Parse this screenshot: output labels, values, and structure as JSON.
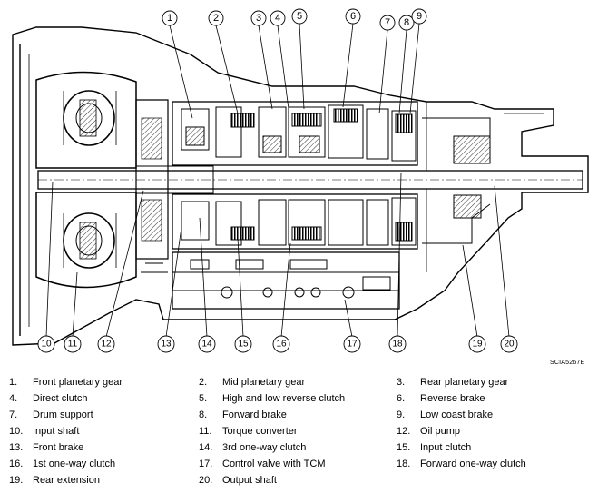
{
  "figure": {
    "code": "SCIA5267E",
    "callouts": [
      "1",
      "2",
      "3",
      "4",
      "5",
      "6",
      "7",
      "8",
      "9",
      "10",
      "11",
      "12",
      "13",
      "14",
      "15",
      "16",
      "17",
      "18",
      "19",
      "20"
    ]
  },
  "legend": [
    {
      "num": "1.",
      "label": "Front planetary gear"
    },
    {
      "num": "2.",
      "label": "Mid planetary gear"
    },
    {
      "num": "3.",
      "label": "Rear planetary gear"
    },
    {
      "num": "4.",
      "label": "Direct clutch"
    },
    {
      "num": "5.",
      "label": "High and low reverse clutch"
    },
    {
      "num": "6.",
      "label": "Reverse brake"
    },
    {
      "num": "7.",
      "label": "Drum support"
    },
    {
      "num": "8.",
      "label": "Forward brake"
    },
    {
      "num": "9.",
      "label": "Low coast brake"
    },
    {
      "num": "10.",
      "label": "Input shaft"
    },
    {
      "num": "11.",
      "label": "Torque converter"
    },
    {
      "num": "12.",
      "label": "Oil pump"
    },
    {
      "num": "13.",
      "label": "Front brake"
    },
    {
      "num": "14.",
      "label": "3rd one-way clutch"
    },
    {
      "num": "15.",
      "label": "Input clutch"
    },
    {
      "num": "16.",
      "label": "1st one-way clutch"
    },
    {
      "num": "17.",
      "label": "Control valve with TCM"
    },
    {
      "num": "18.",
      "label": "Forward one-way clutch"
    },
    {
      "num": "19.",
      "label": "Rear extension"
    },
    {
      "num": "20.",
      "label": "Output shaft"
    }
  ]
}
